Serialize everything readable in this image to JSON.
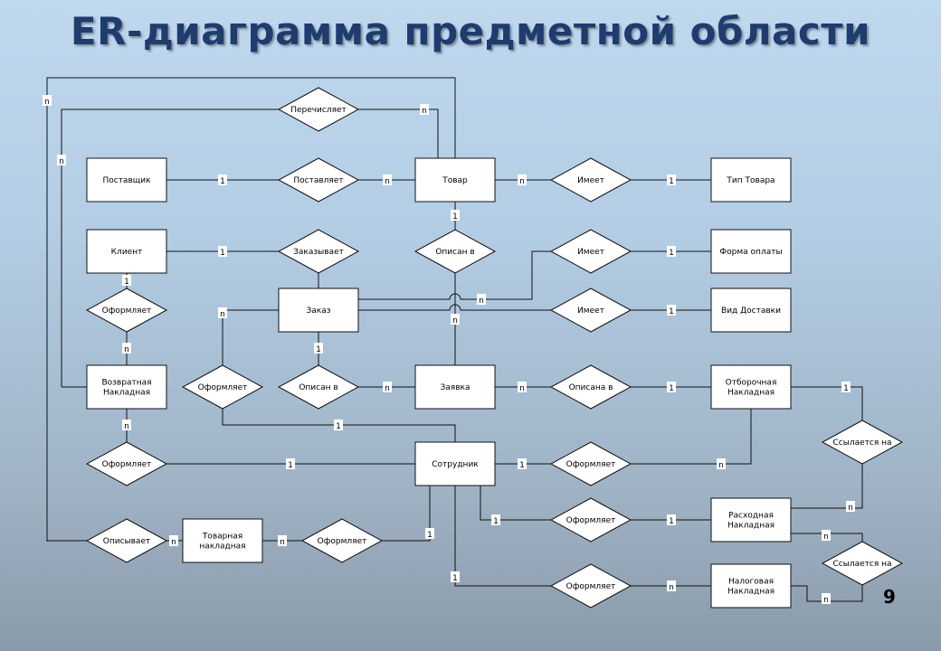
{
  "title": "ER-диаграмма предметной области",
  "page_number": "9",
  "entities": {
    "postavshik": "Поставщик",
    "tovar": "Товар",
    "tip_tovara": "Тип Товара",
    "klient": "Клиент",
    "forma_oplaty": "Форма оплаты",
    "zakaz": "Заказ",
    "vid_dostavki": "Вид Доставки",
    "vozvratnaya": [
      "Возвратная",
      "Накладная"
    ],
    "zayavka": "Заявка",
    "otborochnaya": [
      "Отборочная",
      "Накладная"
    ],
    "sotrudnik": "Сотрудник",
    "tovarnaya": [
      "Товарная",
      "накладная"
    ],
    "raskhodnaya": [
      "Расходная",
      "Накладная"
    ],
    "nalogovaya": [
      "Налоговая",
      "Накладная"
    ]
  },
  "relationships": {
    "perechislyaet": "Перечисляет",
    "postavlyaet": "Поставляет",
    "imeet_tip": "Имеет",
    "opisan_v_tovar": "Описан в",
    "zakazyvaet": "Заказывает",
    "imeet_oplata": "Имеет",
    "oformlyaet_klient": "Оформляет",
    "imeet_dostavka": "Имеет",
    "oformlyaet_zakaz": "Оформляет",
    "opisan_v_zakaz": "Описан в",
    "opisana_v": "Описана в",
    "ssylaetsya_1": "Ссылается на",
    "oformlyaet_vozvrat": "Оформляет",
    "oformlyaet_otbor": "Оформляет",
    "oformlyaet_raskhod": "Оформляет",
    "opisyvaet": "Описывает",
    "oformlyaet_tovarnaya": "Оформляет",
    "ssylaetsya_2": "Ссылается на",
    "oformlyaet_nalog": "Оформляет"
  },
  "cardinality": {
    "one": "1",
    "many": "n"
  }
}
